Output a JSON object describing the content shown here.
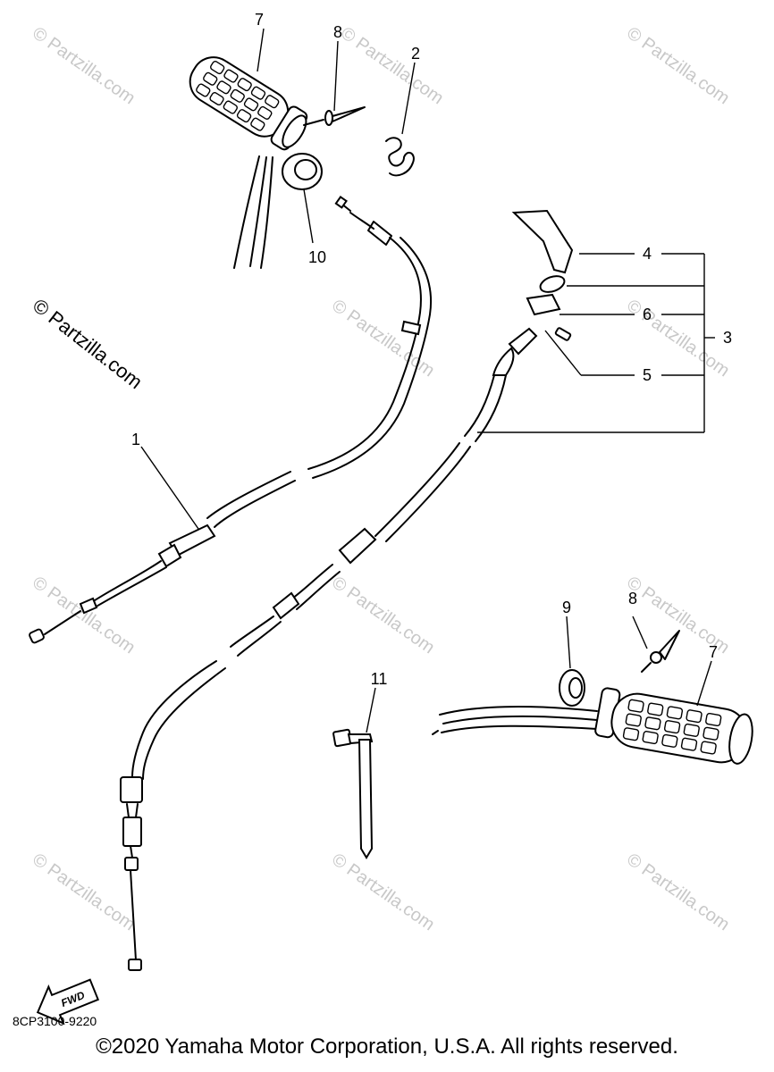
{
  "watermark": {
    "text": "© Partzilla.com"
  },
  "callouts": {
    "c1": "1",
    "c2": "2",
    "c3": "3",
    "c4": "4",
    "c5": "5",
    "c6": "6",
    "c7a": "7",
    "c7b": "7",
    "c8a": "8",
    "c8b": "8",
    "c9": "9",
    "c10": "10",
    "c11": "11"
  },
  "fwd_label": "FWD",
  "diagram_code": "8CP3100-9220",
  "copyright": "©2020 Yamaha Motor Corporation, U.S.A. All rights reserved."
}
